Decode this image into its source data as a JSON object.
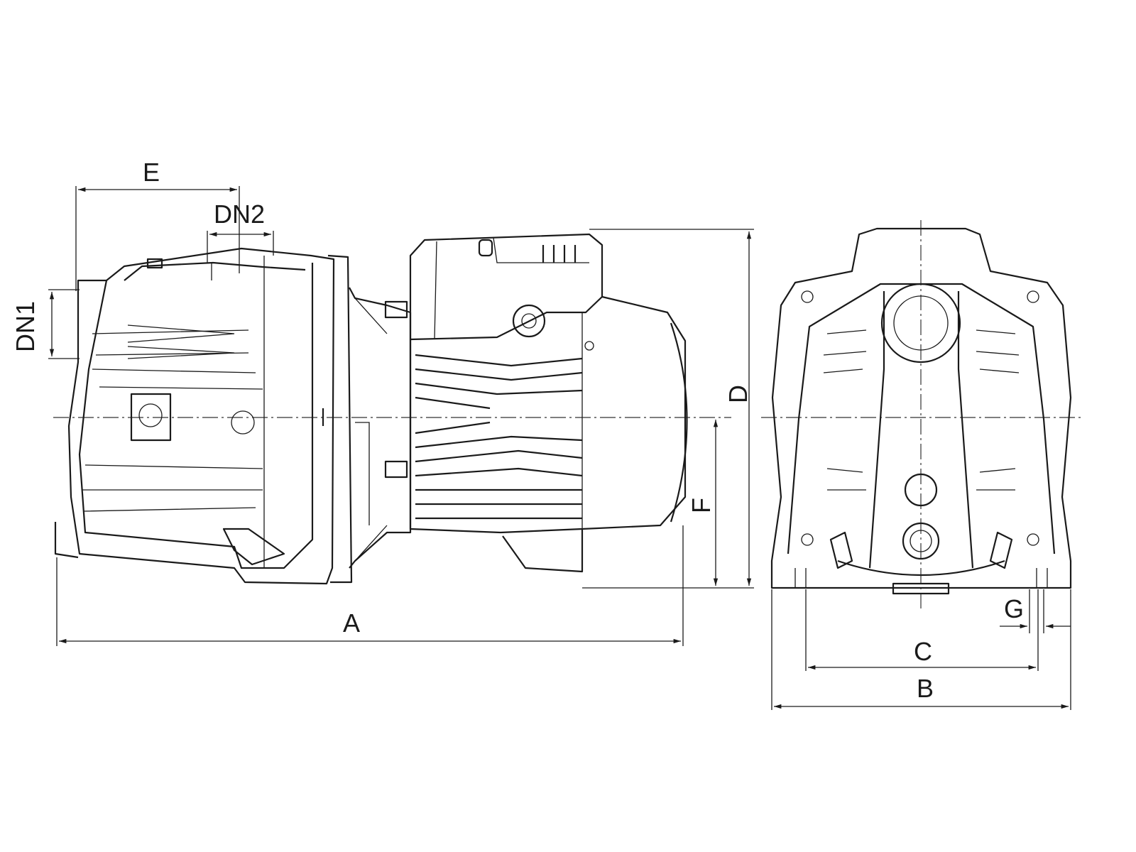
{
  "drawing": {
    "title": "Pump dimension drawing",
    "labels": {
      "E": "E",
      "DN2": "DN2",
      "DN1": "DN1",
      "D": "D",
      "F": "F",
      "A": "A",
      "C": "C",
      "B": "B",
      "G": "G"
    }
  }
}
